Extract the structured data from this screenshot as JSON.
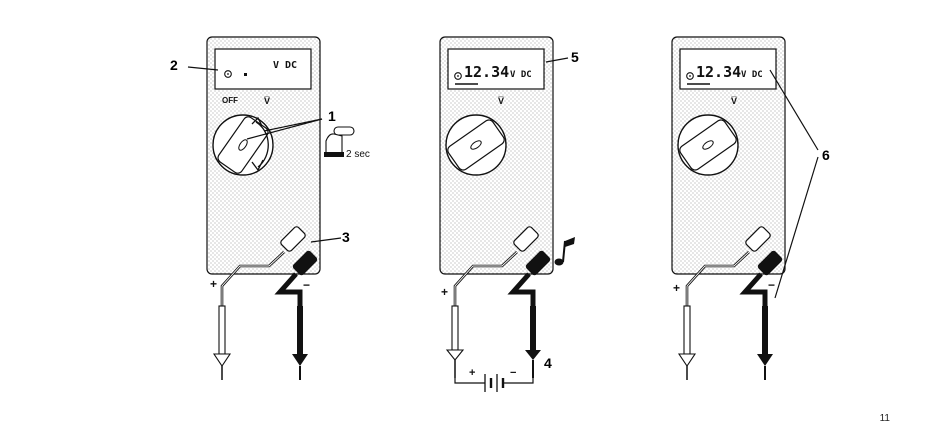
{
  "figures": [
    {
      "name": "step-1",
      "display": {
        "reading": "",
        "unit": "V DC"
      },
      "labels": {
        "off": "OFF",
        "function": "V̅",
        "hold": "2 sec"
      },
      "callouts": [
        "2",
        "1",
        "3"
      ]
    },
    {
      "name": "step-2",
      "display": {
        "reading": "12.34",
        "unit": "V DC"
      },
      "labels": {
        "function": "V̅"
      },
      "callouts": [
        "5",
        "4"
      ]
    },
    {
      "name": "step-3",
      "display": {
        "reading": "12.34",
        "unit": "V DC"
      },
      "labels": {
        "function": "V̅"
      },
      "callouts": [
        "6"
      ]
    }
  ],
  "probe_signs": {
    "plus": "+",
    "minus": "−"
  },
  "battery_signs": {
    "plus": "+",
    "minus": "−"
  },
  "icons": [
    "hand-press-icon",
    "music-note-icon",
    "battery-icon"
  ],
  "page_number": "11"
}
